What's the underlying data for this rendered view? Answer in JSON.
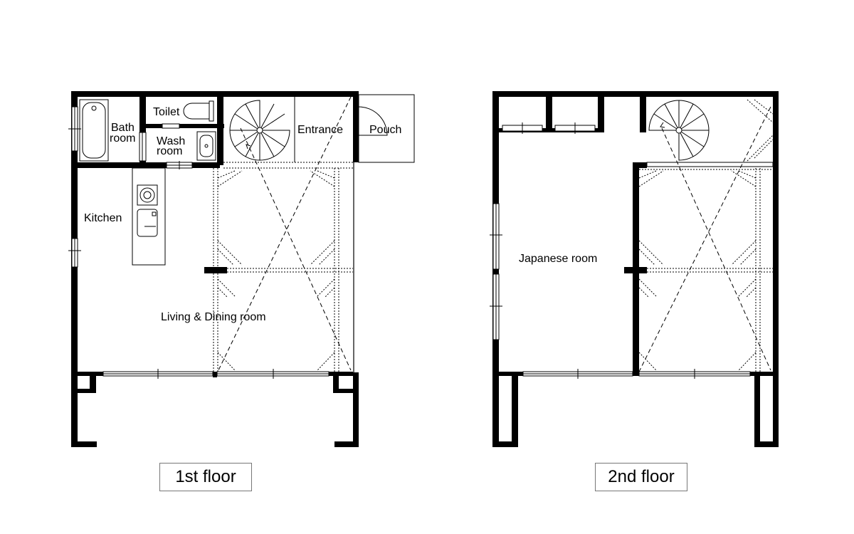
{
  "floors": [
    {
      "label": "1st floor",
      "rooms": {
        "toilet": "Toilet",
        "bath_line1": "Bath",
        "bath_line2": "room",
        "wash_line1": "Wash",
        "wash_line2": "room",
        "entrance": "Entrance",
        "pouch": "Pouch",
        "kitchen": "Kitchen",
        "living": "Living & Dining room"
      }
    },
    {
      "label": "2nd floor",
      "rooms": {
        "japanese": "Japanese room"
      }
    }
  ]
}
